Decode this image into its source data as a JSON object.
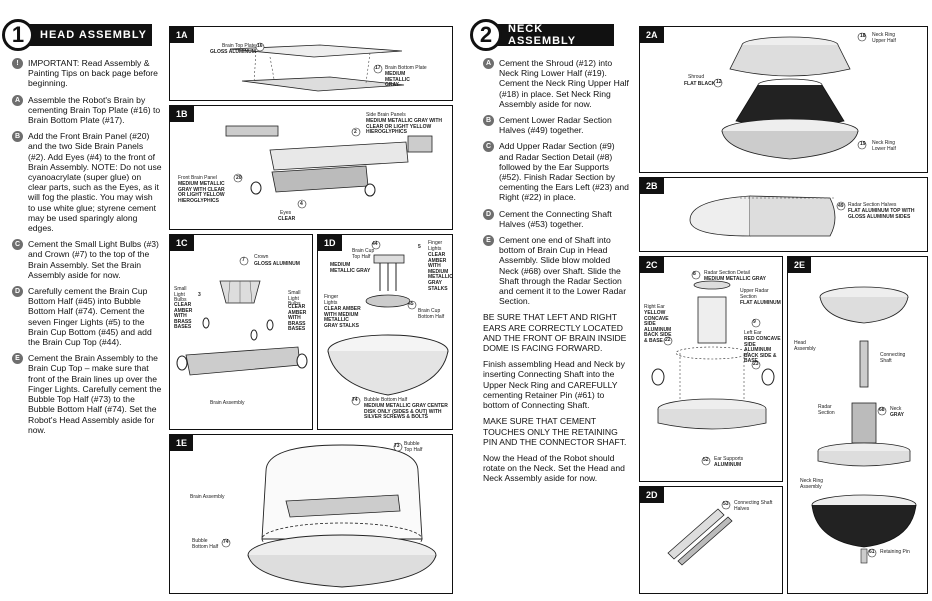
{
  "left": {
    "num": "1",
    "title": "HEAD ASSEMBLY",
    "steps": [
      {
        "badge": "!",
        "text": "IMPORTANT: Read Assembly & Painting Tips on back page before beginning."
      },
      {
        "badge": "A",
        "text": "Assemble the Robot's Brain by cementing Brain Top Plate (#16) to Brain Bottom Plate (#17)."
      },
      {
        "badge": "B",
        "text": "Add the Front Brain Panel (#20) and the two Side Brain Panels (#2). Add Eyes (#4) to the front of Brain Assembly. NOTE: Do not use cyanoacrylate (super glue) on clear parts, such as the Eyes, as it will fog the plastic. You may wish to use white glue; styrene cement may be used sparingly along edges."
      },
      {
        "badge": "C",
        "text": "Cement the Small Light Bulbs (#3) and Crown (#7) to the top of the Brain Assembly. Set the Brain Assembly aside for now."
      },
      {
        "badge": "D",
        "text": "Carefully cement the Brain Cup Bottom Half (#45) into Bubble Bottom Half (#74). Cement the seven Finger Lights (#5) to the Brain Cup Bottom (#45) and add the Brain Cup Top (#44)."
      },
      {
        "badge": "E",
        "text": "Cement the Brain Assembly to the Brain Cup Top – make sure that front of the Brain lines up over the Finger Lights. Carefully cement the Bubble Top Half (#73) to the Bubble Bottom Half (#74). Set the Robot's Head Assembly aside for now."
      }
    ]
  },
  "right": {
    "num": "2",
    "title": "NECK ASSEMBLY",
    "steps": [
      {
        "badge": "A",
        "text": "Cement the Shroud (#12) into Neck Ring Lower Half (#19). Cement the Neck Ring Upper Half (#18) in place. Set Neck Ring Assembly aside for now."
      },
      {
        "badge": "B",
        "text": "Cement Lower Radar Section Halves (#49) together."
      },
      {
        "badge": "C",
        "text": "Add Upper Radar Section (#9) and Radar Section Detail (#8) followed by the Ear Supports (#52). Finish Radar Section by cementing the Ears Left (#23) and Right (#22) in place."
      },
      {
        "badge": "D",
        "text": "Cement the Connecting Shaft Halves (#53) together."
      },
      {
        "badge": "E",
        "text": "Cement one end of Shaft into bottom of Brain Cup in Head Assembly. Slide blow molded Neck (#68) over Shaft. Slide the Shaft through the Radar Section and cement it to the Lower Radar Section."
      }
    ],
    "note1": "BE SURE THAT LEFT AND RIGHT EARS ARE CORRECTLY LOCATED AND THE FRONT OF BRAIN INSIDE DOME IS FACING FORWARD.",
    "finish": "Finish assembling Head and Neck by inserting Connecting Shaft into the Upper Neck Ring and CAREFULLY cementing Retainer Pin (#61) to bottom of Connecting Shaft.",
    "note2": "MAKE SURE THAT CEMENT TOUCHES ONLY THE RETAINING PIN AND THE CONNECTOR SHAFT.",
    "closing": "Now the Head of the Robot should rotate on the Neck. Set the Head and Neck Assembly aside for now."
  },
  "panels": {
    "p1A": {
      "tab": "1A",
      "l1": "Brain Top Plate",
      "l1n": "16",
      "l1b": "GLOSS ALUMINUM",
      "l2": "Brain Bottom Plate",
      "l2n": "17",
      "l2b": "MEDIUM METALLIC GRAY"
    },
    "p1B": {
      "tab": "1B",
      "l1": "Side Brain Panels",
      "l1b": "MEDIUM METALLIC GRAY WITH CLEAR OR LIGHT YELLOW HIEROGLYPHICS",
      "l1n": "2",
      "l2": "Front Brain Panel",
      "l2n": "20",
      "l2b": "MEDIUM METALLIC GRAY WITH CLEAR OR LIGHT YELLOW HIEROGLYPHICS",
      "l3": "Eyes",
      "l3n": "4",
      "l3b": "CLEAR"
    },
    "p1C": {
      "tab": "1C",
      "l1": "Crown",
      "l1n": "7",
      "l1b": "GLOSS ALUMINUM",
      "l2": "Small Light Bulbs",
      "l2n": "3",
      "l2b": "CLEAR AMBER WITH BRASS BASES",
      "l3": "Small Light Bulbs",
      "l3b": "CLEAR AMBER WITH BRASS BASES",
      "l4": "Brain Assembly"
    },
    "p1D": {
      "tab": "1D",
      "l1": "Brain Cup Top Half",
      "l1n": "44",
      "l1b": "MEDIUM METALLIC GRAY",
      "l2": "Finger Lights",
      "l2n": "5",
      "l2b": "CLEAR AMBER WITH MEDIUM METALLIC GRAY STALKS",
      "l3": "Finger Lights",
      "l3b": "CLEAR AMBER WITH MEDIUM METALLIC GRAY STALKS",
      "l4": "Brain Cup Bottom Half",
      "l4n": "45",
      "l5": "Bubble Bottom Half",
      "l5n": "74",
      "l5b": "MEDIUM METALLIC GRAY CENTER DISK ONLY (SIDES & OUT) WITH SILVER SCREWS & BOLTS"
    },
    "p1E": {
      "tab": "1E",
      "l1": "Bubble Top Half",
      "l1n": "73",
      "l2": "Brain Assembly",
      "l3": "Bubble Bottom Half",
      "l3n": "74"
    },
    "p2A": {
      "tab": "2A",
      "l1": "Neck Ring Upper Half",
      "l1n": "18",
      "l2": "Shroud",
      "l2n": "12",
      "l2b": "FLAT BLACK",
      "l3": "Neck Ring Lower Half",
      "l3n": "19"
    },
    "p2B": {
      "tab": "2B",
      "l1": "Radar Section Halves",
      "l1n": "49",
      "l1b": "FLAT ALUMINUM TOP WITH GLOSS ALUMINUM SIDES"
    },
    "p2C": {
      "tab": "2C",
      "l1": "Radar Section Detail",
      "l1n": "8",
      "l1b": "MEDIUM METALLIC GRAY",
      "l2": "Right Ear",
      "l2b": "YELLOW CONCAVE SIDE ALUMINUM BACK SIDE & BASE",
      "l2n": "22",
      "l3": "Upper Radar Section",
      "l3b": "FLAT ALUMINUM",
      "l3n": "9",
      "l4": "Left Ear",
      "l4b": "RED CONCAVE SIDE ALUMINUM BACK SIDE & BASE",
      "l4n": "23",
      "l5": "Ear Supports",
      "l5n": "52",
      "l5b": "ALUMINUM"
    },
    "p2D": {
      "tab": "2D",
      "l1": "Connecting Shaft Halves",
      "l1n": "53"
    },
    "p2E": {
      "tab": "2E",
      "l1": "Head Assembly",
      "l2": "Connecting Shaft",
      "l3": "Radar Section",
      "l4": "Neck",
      "l4n": "68",
      "l4b": "GRAY",
      "l5": "Neck Ring Assembly",
      "l6": "Retaining Pin",
      "l6n": "61"
    }
  }
}
